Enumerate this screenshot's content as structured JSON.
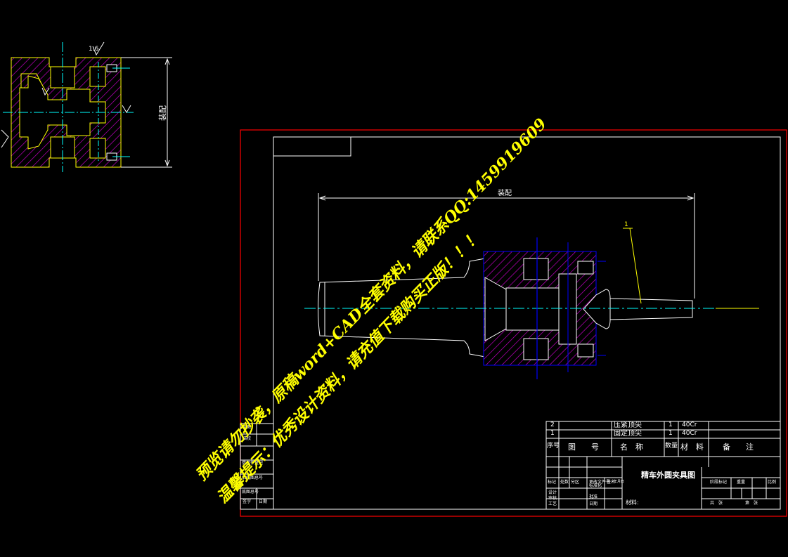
{
  "colors": {
    "background": "#000000",
    "frame_outer": "#ff0000",
    "frame_inner": "#ffffff",
    "part_outline": "#ffffff",
    "hatch": "#ff00ff",
    "cut_lines": "#0000ff",
    "centerline": "#00ffff",
    "leader": "#ffff00",
    "watermark": "#ffff00"
  },
  "detail_view": {
    "roughness": "1.6",
    "dim_label": "装配"
  },
  "main_view": {
    "part_number_label": "1",
    "overall_dim_label": "装配"
  },
  "parts_list": {
    "rows": [
      {
        "no": "2",
        "drawing_no": "",
        "name": "压紧顶尖",
        "qty": "1",
        "material": "40Cr",
        "note": ""
      },
      {
        "no": "1",
        "drawing_no": "",
        "name": "固定顶尖",
        "qty": "1",
        "material": "40Cr",
        "note": ""
      }
    ],
    "header": {
      "no": "序号",
      "drawing_no": "图　　号",
      "name": "名　称",
      "qty": "数量",
      "material": "材　料",
      "note": "备　　注"
    }
  },
  "title_block": {
    "drawing_title": "精车外圆夹具图",
    "material_label": "材料:",
    "left_labels": [
      "标记",
      "处数",
      "分区",
      "更改文件号",
      "签名",
      "年月日"
    ],
    "role_labels": [
      "设计",
      "审核",
      "工艺"
    ],
    "std_label": "标准化",
    "check_labels": [
      "批准",
      "日期"
    ],
    "stage_labels": [
      "阶段标记",
      "重量",
      "比例"
    ],
    "sheet_labels": [
      "共　张",
      "第　张"
    ]
  },
  "side_table": {
    "cells": [
      "借用件登记",
      "旧底图总号",
      "底图总号",
      "签字",
      "日期",
      "描图",
      "描校"
    ]
  },
  "watermark": {
    "line1": "预览请勿抄袭，原稿word+CAD全套资料，请联系QQ:1459919609",
    "line2": "温馨提示：优秀设计资料，请充值下载购买正版！！！"
  }
}
